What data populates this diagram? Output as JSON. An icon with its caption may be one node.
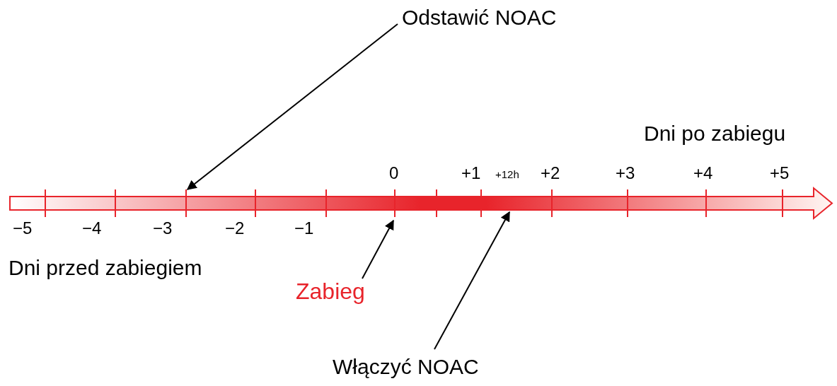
{
  "diagram": {
    "nodes": [
      {
        "text": [
          "Odstawić NOAC"
        ]
      },
      {
        "text": [
          "Zabieg"
        ]
      },
      {
        "text": [
          "Włączyć NOAC"
        ]
      }
    ],
    "edges": [
      {
        "from": 0,
        "to": null,
        "arrow": "to"
      },
      {
        "from": 1,
        "to": null,
        "arrow": "to"
      },
      {
        "from": 2,
        "to": null,
        "arrow": "to"
      }
    ],
    "labels": [
      "Dni po zabiegu",
      "0",
      "+1",
      "+12h",
      "+2",
      "+3",
      "+4",
      "+5",
      "−5",
      "−4",
      "−3",
      "−2",
      "−1",
      "Dni przed zabiegiem"
    ]
  }
}
